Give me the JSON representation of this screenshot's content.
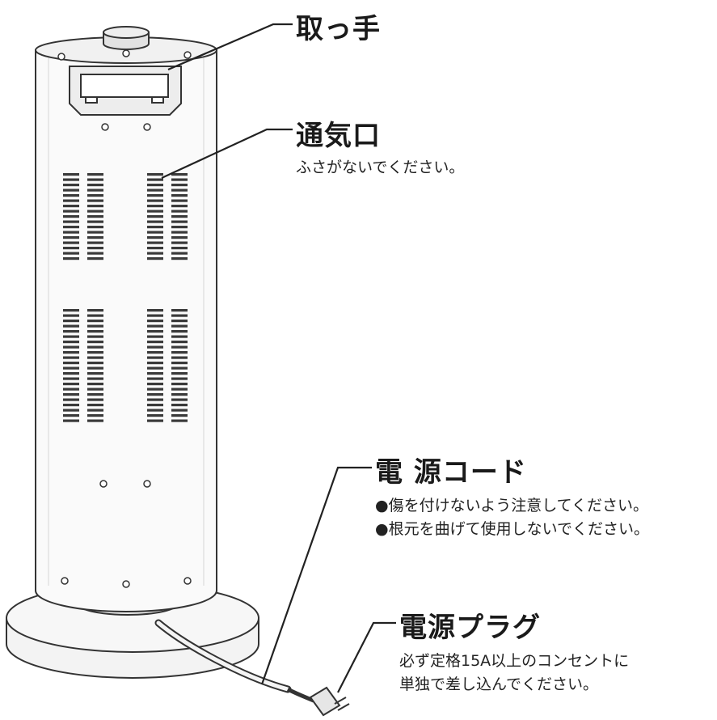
{
  "callouts": {
    "handle": {
      "title": "取っ手"
    },
    "vent": {
      "title": "通気口",
      "notes": [
        "ふさがないでください。"
      ]
    },
    "cord": {
      "title": "電 源コード",
      "notes": [
        "●傷を付けないよう注意してください。",
        "●根元を曲げて使用しないでください。"
      ]
    },
    "plug": {
      "title": "電源プラグ",
      "notes": [
        "必ず定格15A以上のコンセントに",
        "単独で差し込んでください。"
      ]
    }
  }
}
